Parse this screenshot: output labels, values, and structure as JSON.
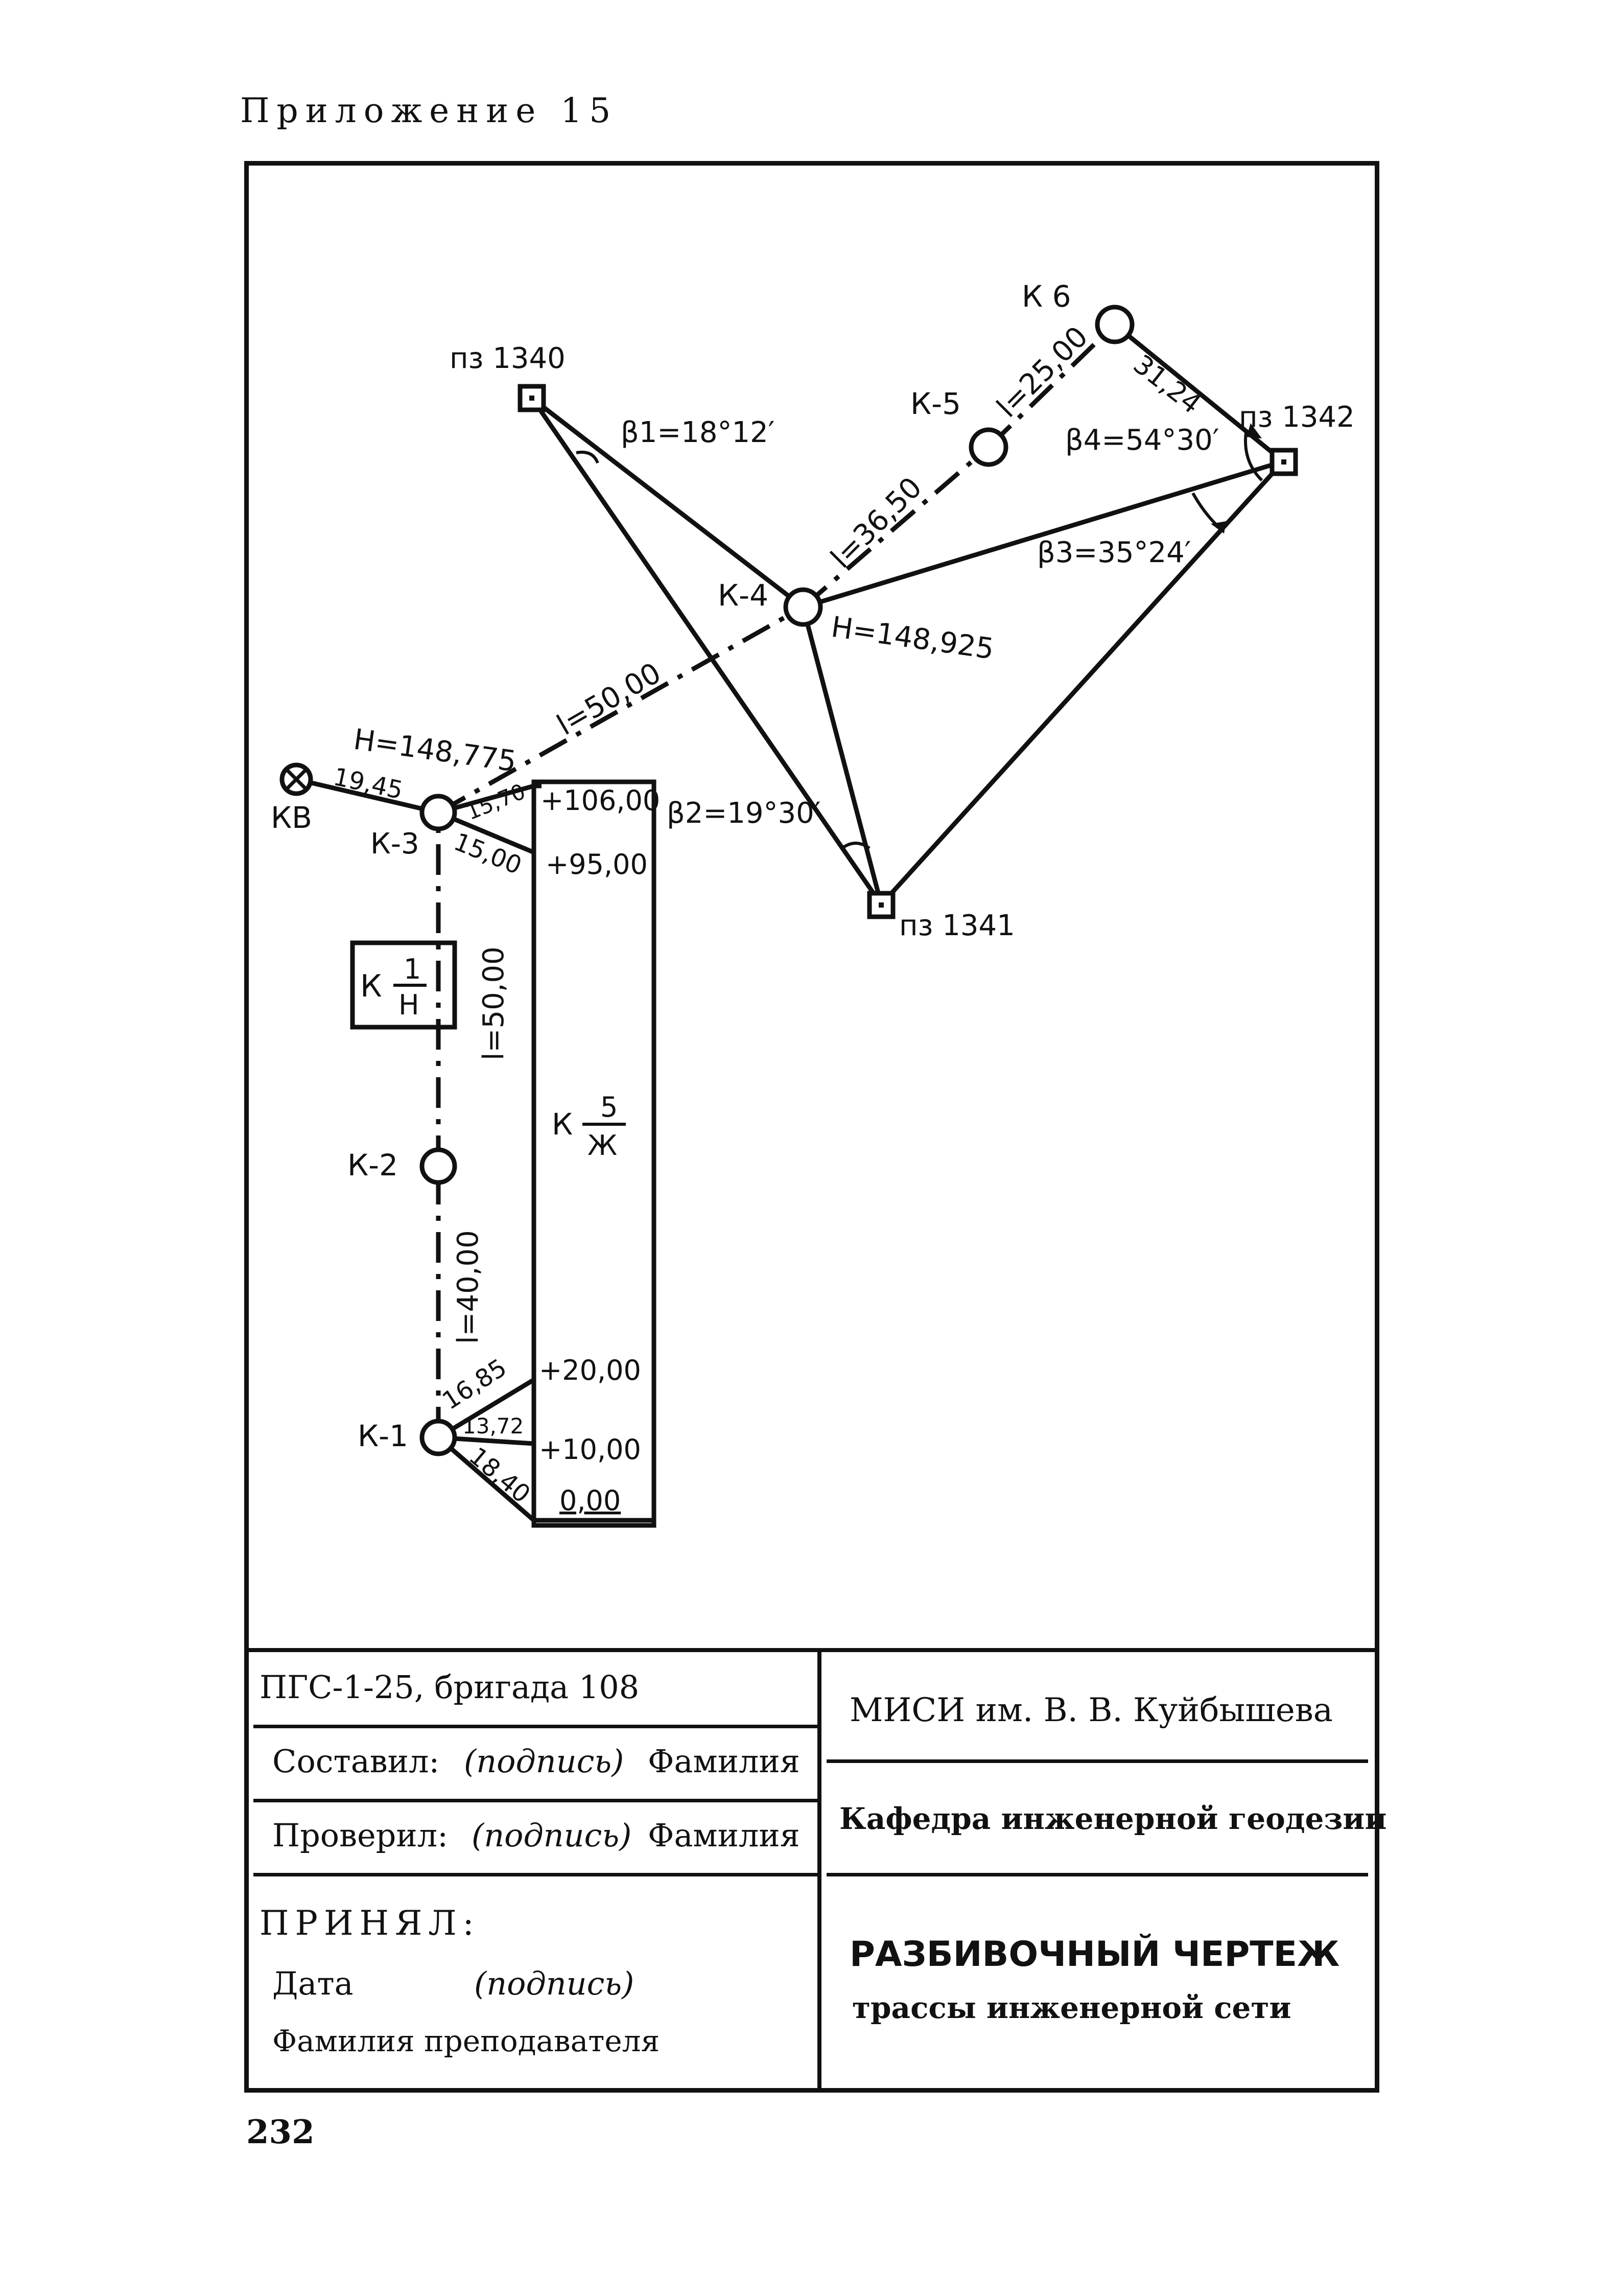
{
  "header": "Приложение 15",
  "page_number": "232",
  "points": {
    "pz1340": "пз 1340",
    "pz1341": "пз 1341",
    "pz1342": "пз 1342",
    "kv": "КВ",
    "k1": "К-1",
    "k2": "К-2",
    "k3": "К-3",
    "k4": "К-4",
    "k5": "К-5",
    "k6": "К 6"
  },
  "elevations": {
    "k3": "H=148,775",
    "k4": "H=148,925"
  },
  "angles": {
    "b1": "β1=18°12′",
    "b2": "β2=19°30′",
    "b3": "β3=35°24′",
    "b4": "β4=54°30′"
  },
  "lengths": {
    "k1_k2": "l=40,00",
    "k2_k3": "l=50,00",
    "k3_k4": "l=50,00",
    "k4_k5": "l=36,50",
    "k5_k6": "l=25,00"
  },
  "offsets": {
    "kv_k3": "19,45",
    "k3_a": "15,70",
    "k3_b": "15,00",
    "k6_pz1342": "31,24",
    "k1_a": "16,85",
    "k1_b": "13,72",
    "k1_c": "18,40"
  },
  "chainage": {
    "c106": "+106,00",
    "c95": "+95,00",
    "c20": "+20,00",
    "c10": "+10,00",
    "c0": "0,00"
  },
  "box_labels": {
    "small_prefix": "К",
    "small_num": "1",
    "small_den": "Н",
    "big_prefix": "К",
    "big_num": "5",
    "big_den": "Ж"
  },
  "title_block": {
    "group": "ПГС-1-25, бригада 108",
    "compiled_label": "Составил:",
    "compiled_sign": "(подпись)",
    "compiled_name": "Фамилия",
    "checked_label": "Проверил:",
    "checked_sign": "(подпись)",
    "checked_name": "Фамилия",
    "accepted": "ПРИНЯЛ:",
    "date": "Дата",
    "accepted_sign": "(подпись)",
    "teacher": "Фамилия преподавателя",
    "institute": "МИСИ им. В. В. Куйбышева",
    "department": "Кафедра инженерной геодезии",
    "drawing_title": "РАЗБИВОЧНЫЙ ЧЕРТЕЖ",
    "drawing_subtitle": "трассы инженерной сети"
  }
}
